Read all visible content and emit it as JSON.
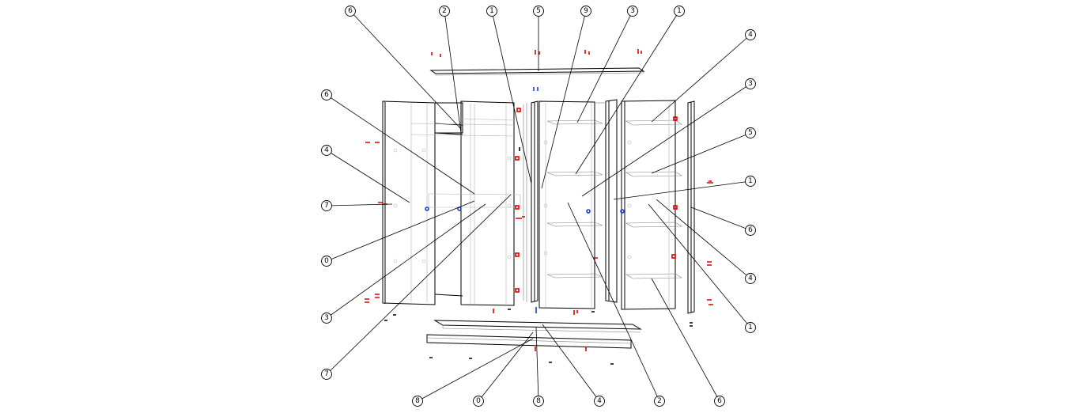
{
  "diagram": {
    "type": "exploded-assembly",
    "callouts": [
      {
        "id": "c1",
        "label": "6"
      },
      {
        "id": "c2",
        "label": "2"
      },
      {
        "id": "c3",
        "label": "1"
      },
      {
        "id": "c4",
        "label": "5"
      },
      {
        "id": "c5",
        "label": "9"
      },
      {
        "id": "c6",
        "label": "3"
      },
      {
        "id": "c7",
        "label": "1"
      },
      {
        "id": "c8",
        "label": "4"
      },
      {
        "id": "c9",
        "label": "3"
      },
      {
        "id": "c10",
        "label": "5"
      },
      {
        "id": "c11",
        "label": "1"
      },
      {
        "id": "c12",
        "label": "6"
      },
      {
        "id": "c13",
        "label": "4"
      },
      {
        "id": "c14",
        "label": "1"
      },
      {
        "id": "c15",
        "label": "6"
      },
      {
        "id": "c16",
        "label": "4"
      },
      {
        "id": "c17",
        "label": "7"
      },
      {
        "id": "c18",
        "label": "0"
      },
      {
        "id": "c19",
        "label": "3"
      },
      {
        "id": "c20",
        "label": "7"
      },
      {
        "id": "c21",
        "label": "8"
      },
      {
        "id": "c22",
        "label": "0"
      },
      {
        "id": "c23",
        "label": "8"
      },
      {
        "id": "c24",
        "label": "4"
      },
      {
        "id": "c25",
        "label": "2"
      },
      {
        "id": "c26",
        "label": "6"
      }
    ],
    "hardware_colors": {
      "red": "#e00000",
      "blue": "#1a3fd6",
      "black": "#000000"
    }
  }
}
